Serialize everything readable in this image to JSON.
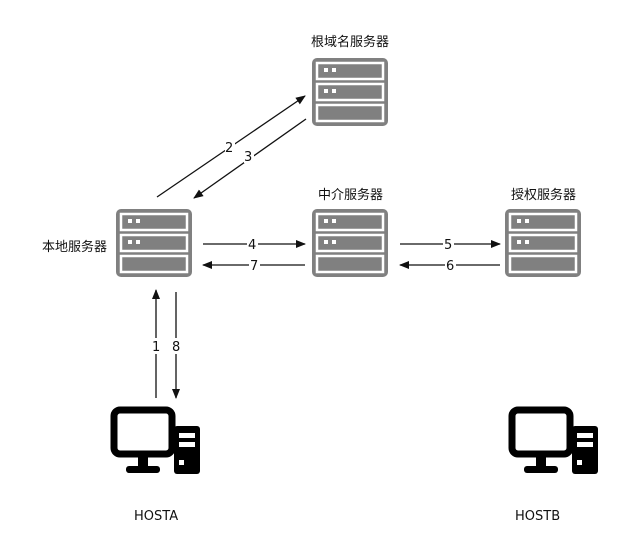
{
  "nodes": {
    "root": {
      "label": "根域名服务器"
    },
    "local": {
      "label": "本地服务器"
    },
    "intermediate": {
      "label": "中介服务器"
    },
    "authoritative": {
      "label": "授权服务器"
    },
    "host_a": {
      "label": "HOSTA"
    },
    "host_b": {
      "label": "HOSTB"
    }
  },
  "steps": {
    "s1": "1",
    "s2": "2",
    "s3": "3",
    "s4": "4",
    "s5": "5",
    "s6": "6",
    "s7": "7",
    "s8": "8"
  },
  "colors": {
    "server_fill": "#808080",
    "server_dot": "#ffffff",
    "line": "#111111",
    "computer": "#000000"
  },
  "icons": {
    "server": "server-icon",
    "computer": "computer-icon"
  }
}
